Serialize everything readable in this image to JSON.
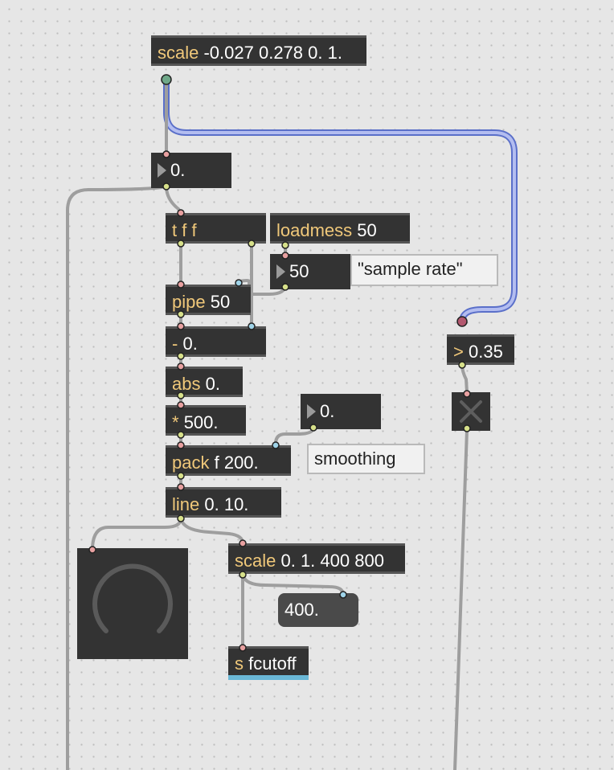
{
  "objects": {
    "scale_top": {
      "class": "scale",
      "args": "-0.027 0.278 0. 1."
    },
    "num_top": {
      "value": "0."
    },
    "trigger": {
      "class": "t",
      "args": "f f"
    },
    "loadmess": {
      "class": "loadmess",
      "args": "50"
    },
    "num_rate": {
      "value": "50"
    },
    "comment_rate": {
      "text": "\"sample rate\""
    },
    "pipe": {
      "class": "pipe",
      "args": "50"
    },
    "minus": {
      "class": "-",
      "args": "0."
    },
    "abs": {
      "class": "abs",
      "args": "0."
    },
    "times": {
      "class": "*",
      "args": "500."
    },
    "num_smooth": {
      "value": "0."
    },
    "comment_smooth": {
      "text": "smoothing"
    },
    "pack": {
      "class": "pack",
      "args": "f 200."
    },
    "line": {
      "class": "line",
      "args": "0. 10."
    },
    "scale_bottom": {
      "class": "scale",
      "args": "0. 1. 400 800"
    },
    "msg_400": {
      "text": "400."
    },
    "send": {
      "class": "s",
      "args": "fcutoff"
    },
    "greater": {
      "class": ">",
      "args": "0.35"
    }
  },
  "colors": {
    "object_bg": "#333333",
    "class_text": "#f0c87a",
    "patch_cord": "#a9a9a9",
    "selected_cord": "#7f8fd6",
    "send_accent": "#6ab7d6",
    "canvas": "#e6e6e6"
  }
}
